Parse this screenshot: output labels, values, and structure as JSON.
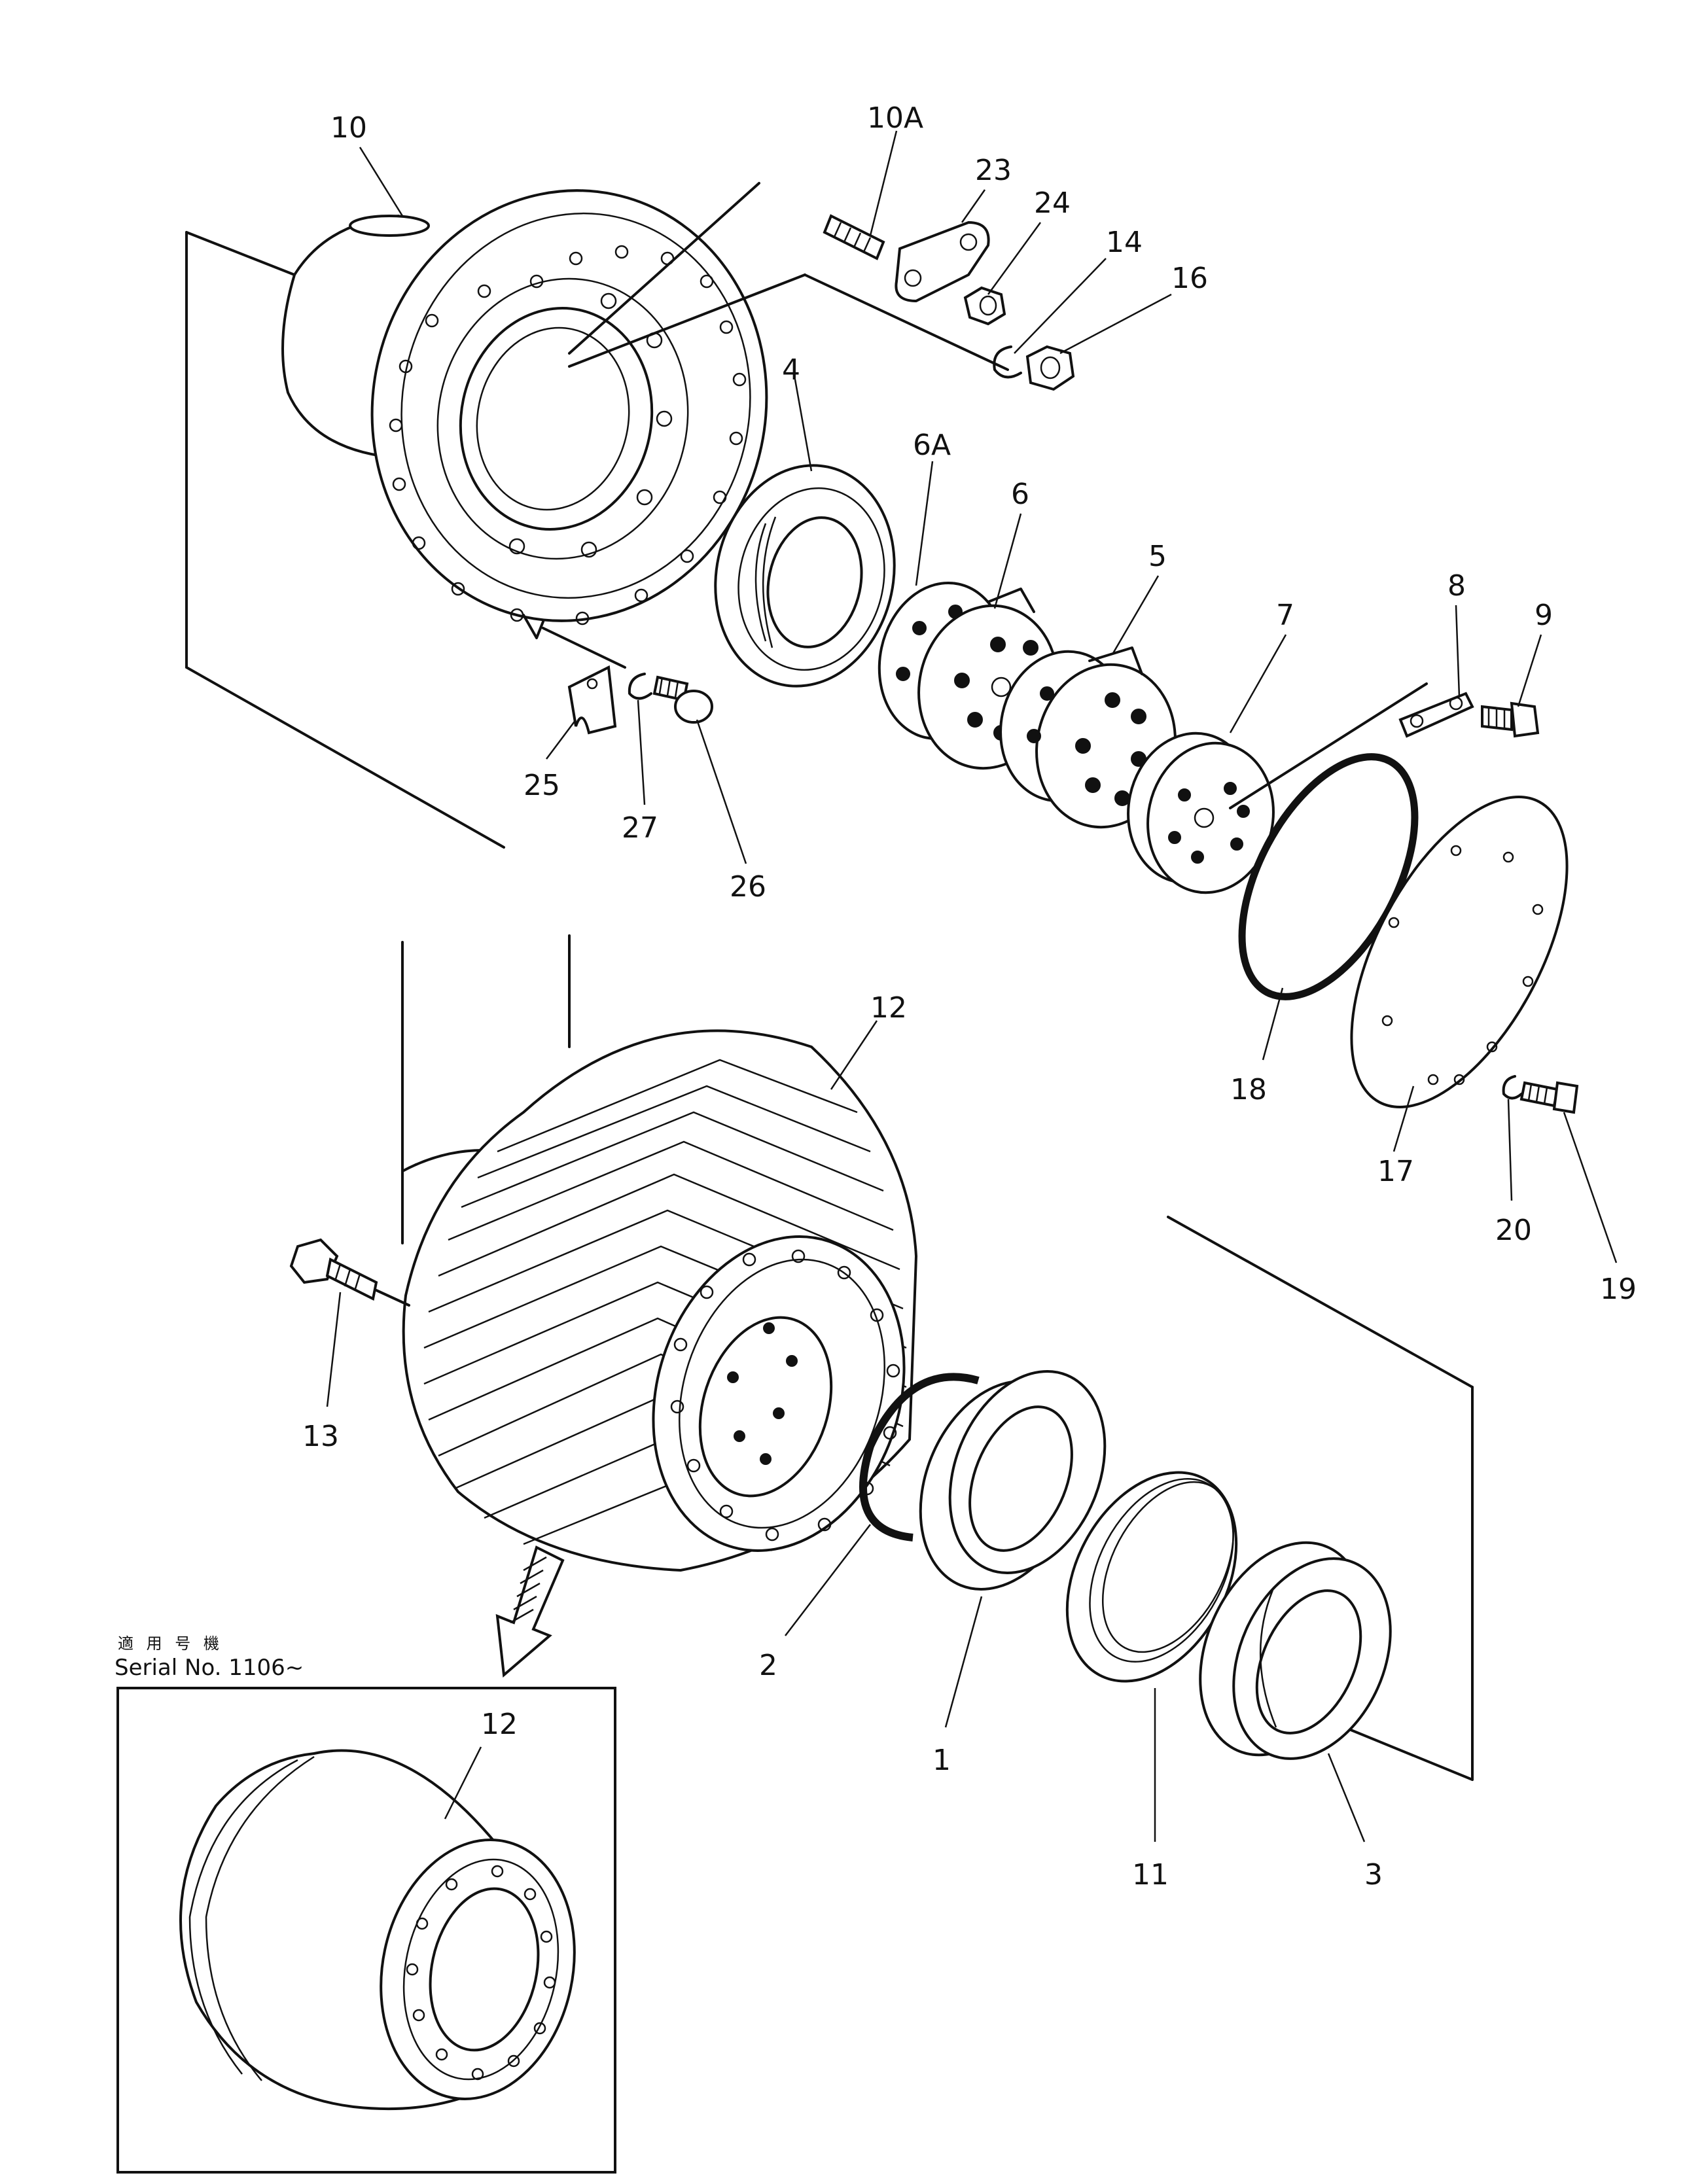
{
  "callouts": {
    "c1": "1",
    "c2": "2",
    "c3": "3",
    "c4": "4",
    "c5": "5",
    "c6": "6",
    "c6a": "6A",
    "c7": "7",
    "c8": "8",
    "c9": "9",
    "c10": "10",
    "c10a": "10A",
    "c11": "11",
    "c12": "12",
    "c12b": "12",
    "c13": "13",
    "c14": "14",
    "c16": "16",
    "c17": "17",
    "c18": "18",
    "c19": "19",
    "c20": "20",
    "c23": "23",
    "c24": "24",
    "c25": "25",
    "c26": "26",
    "c27": "27"
  },
  "inset": {
    "applicable_jp": "適 用 号 機",
    "serial": "Serial No. 1106~"
  }
}
